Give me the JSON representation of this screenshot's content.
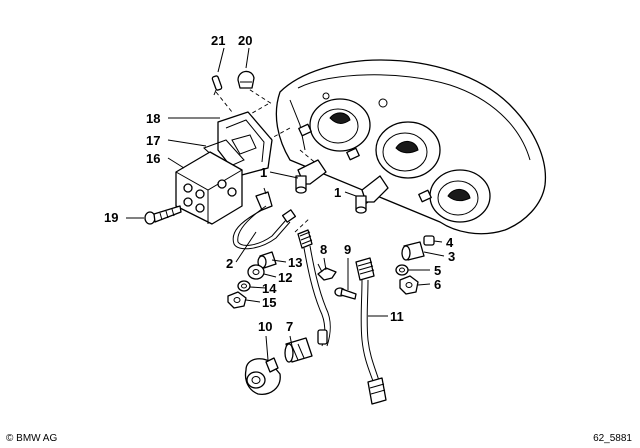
{
  "diagram": {
    "callouts": {
      "c1a": "1",
      "c1b": "1",
      "c2": "2",
      "c3": "3",
      "c4": "4",
      "c5": "5",
      "c6": "6",
      "c7": "7",
      "c8": "8",
      "c9": "9",
      "c10": "10",
      "c11": "11",
      "c12": "12",
      "c13": "13",
      "c14": "14",
      "c15": "15",
      "c16": "16",
      "c17": "17",
      "c18": "18",
      "c19": "19",
      "c20": "20",
      "c21": "21"
    }
  },
  "footer": {
    "copyright": "© BMW AG",
    "drawing_number": "62_5881"
  }
}
